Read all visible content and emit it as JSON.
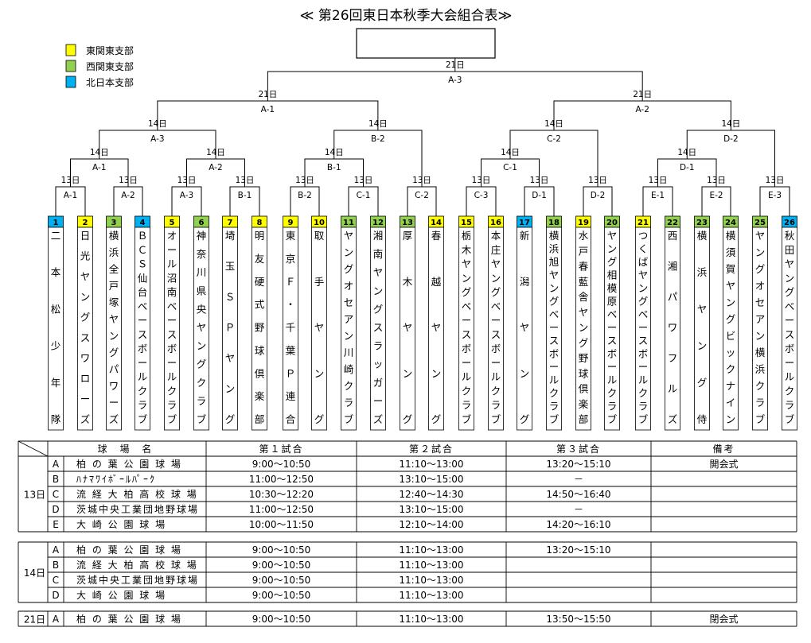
{
  "title": "≪ 第26回東日本秋季大会組合表≫",
  "colors": {
    "yellow": "#ffff00",
    "green": "#92d050",
    "blue": "#00b0f0"
  },
  "legend": [
    {
      "label": "東関東支部",
      "color": "yellow"
    },
    {
      "label": "西関東支部",
      "color": "green"
    },
    {
      "label": "北日本支部",
      "color": "blue"
    }
  ],
  "teams": [
    {
      "no": "1",
      "name": "二本松少年隊",
      "color": "blue"
    },
    {
      "no": "2",
      "name": "日光ヤングスワローズ",
      "color": "yellow"
    },
    {
      "no": "3",
      "name": "横浜全戸塚ヤングパワーズ",
      "color": "green"
    },
    {
      "no": "4",
      "name": "ＢＣＳ仙台ベースボールクラブ",
      "color": "blue"
    },
    {
      "no": "5",
      "name": "オール沼南ベースボールクラブ",
      "color": "yellow"
    },
    {
      "no": "6",
      "name": "神奈川県央ヤングクラブ",
      "color": "green"
    },
    {
      "no": "7",
      "name": "埼玉ＳＰヤング",
      "color": "yellow"
    },
    {
      "no": "8",
      "name": "明友硬式野球倶楽部",
      "color": "yellow"
    },
    {
      "no": "9",
      "name": "東京Ｆ・千葉Ｐ連合",
      "color": "yellow"
    },
    {
      "no": "10",
      "name": "取手ヤング",
      "color": "yellow"
    },
    {
      "no": "11",
      "name": "ヤングオセアン川崎クラブ",
      "color": "green"
    },
    {
      "no": "12",
      "name": "湘南ヤングスラッガーズ",
      "color": "green"
    },
    {
      "no": "13",
      "name": "厚木ヤング",
      "color": "green"
    },
    {
      "no": "14",
      "name": "春越ヤング",
      "color": "yellow"
    },
    {
      "no": "15",
      "name": "栃木ヤングベースボールクラブ",
      "color": "yellow"
    },
    {
      "no": "16",
      "name": "本庄ヤングベースボールクラブ",
      "color": "yellow"
    },
    {
      "no": "17",
      "name": "新潟ヤング",
      "color": "blue"
    },
    {
      "no": "18",
      "name": "横浜旭ヤングベースボールクラブ",
      "color": "green"
    },
    {
      "no": "19",
      "name": "水戸春藍舎ヤング野球倶楽部",
      "color": "yellow"
    },
    {
      "no": "20",
      "name": "ヤング相模原ベースボールクラブ",
      "color": "green"
    },
    {
      "no": "21",
      "name": "つくばヤングベースボールクラブ",
      "color": "yellow"
    },
    {
      "no": "22",
      "name": "西湘パワフルズ",
      "color": "green"
    },
    {
      "no": "23",
      "name": "横浜ヤング侍",
      "color": "green"
    },
    {
      "no": "24",
      "name": "横須賀ヤングビックナイン",
      "color": "green"
    },
    {
      "no": "25",
      "name": "ヤングオセアン横浜クラブ",
      "color": "green"
    },
    {
      "no": "26",
      "name": "秋田ヤングベースボールクラブ",
      "color": "blue"
    }
  ],
  "bracket": {
    "r1": [
      {
        "day": "13日",
        "code": "A-1"
      },
      {
        "day": "13日",
        "code": "A-2"
      },
      {
        "day": "13日",
        "code": "A-3"
      },
      {
        "day": "13日",
        "code": "B-1"
      },
      {
        "day": "13日",
        "code": "B-2"
      },
      {
        "day": "13日",
        "code": "C-1"
      },
      {
        "day": "13日",
        "code": "C-2"
      },
      {
        "day": "13日",
        "code": "C-3"
      },
      {
        "day": "13日",
        "code": "D-1"
      },
      {
        "day": "13日",
        "code": "D-2"
      },
      {
        "day": "13日",
        "code": "E-1"
      },
      {
        "day": "13日",
        "code": "E-2"
      },
      {
        "day": "13日",
        "code": "E-3"
      }
    ],
    "r2": [
      {
        "day": "14日",
        "code": "A-1"
      },
      {
        "day": "14日",
        "code": "A-2"
      },
      {
        "day": "14日",
        "code": "B-1"
      },
      {
        "day": "14日",
        "code": "C-1"
      },
      {
        "day": "14日",
        "code": "D-1"
      }
    ],
    "r3": [
      {
        "day": "14日",
        "code": "A-3"
      },
      {
        "day": "14日",
        "code": "B-2"
      },
      {
        "day": "14日",
        "code": "C-2"
      },
      {
        "day": "14日",
        "code": "D-2"
      }
    ],
    "semi": [
      {
        "day": "21日",
        "code": "A-1"
      },
      {
        "day": "21日",
        "code": "A-2"
      }
    ],
    "final": {
      "day": "21日",
      "code": "A-3"
    }
  },
  "schedule": {
    "headers": [
      "球 場 名",
      "第１試合",
      "第２試合",
      "第３試合",
      "備考"
    ],
    "groups": [
      {
        "day": "13日",
        "rows": [
          {
            "id": "A",
            "field": "柏 の 葉 公 園 球 場",
            "g1": "9:00～10:50",
            "g2": "11:10～13:00",
            "g3": "13:20～15:10",
            "note": "開会式"
          },
          {
            "id": "B",
            "field": "ﾊﾅﾏﾜｲﾎﾞｰﾙﾊﾟｰｸ",
            "g1": "11:00～12:50",
            "g2": "13:10～15:00",
            "g3": "－",
            "note": ""
          },
          {
            "id": "C",
            "field": "流 経 大 柏 高 校 球 場",
            "g1": "10:30～12:20",
            "g2": "12:40～14:30",
            "g3": "14:50～16:40",
            "note": ""
          },
          {
            "id": "D",
            "field": "茨城中央工業団地野球場",
            "g1": "11:00～12:50",
            "g2": "13:10～15:00",
            "g3": "－",
            "note": ""
          },
          {
            "id": "E",
            "field": "大 崎 公 園 球 場",
            "g1": "10:00～11:50",
            "g2": "12:10～14:00",
            "g3": "14:20～16:10",
            "note": ""
          }
        ]
      },
      {
        "day": "14日",
        "rows": [
          {
            "id": "A",
            "field": "柏 の 葉 公 園 球 場",
            "g1": "9:00～10:50",
            "g2": "11:10～13:00",
            "g3": "13:20～15:10",
            "note": ""
          },
          {
            "id": "B",
            "field": "流 経 大 柏 高 校 球 場",
            "g1": "9:00～10:50",
            "g2": "11:10～13:00",
            "g3": "",
            "note": ""
          },
          {
            "id": "C",
            "field": "茨城中央工業団地野球場",
            "g1": "9:00～10:50",
            "g2": "11:10～13:00",
            "g3": "",
            "note": ""
          },
          {
            "id": "D",
            "field": "大 崎 公 園 球 場",
            "g1": "9:00～10:50",
            "g2": "11:10～13:00",
            "g3": "",
            "note": ""
          }
        ]
      },
      {
        "day": "21日",
        "rows": [
          {
            "id": "A",
            "field": "柏 の 葉 公 園 球 場",
            "g1": "9:00～10:50",
            "g2": "11:10～13:00",
            "g3": "13:50～15:50",
            "note": "閉会式"
          }
        ]
      }
    ]
  }
}
